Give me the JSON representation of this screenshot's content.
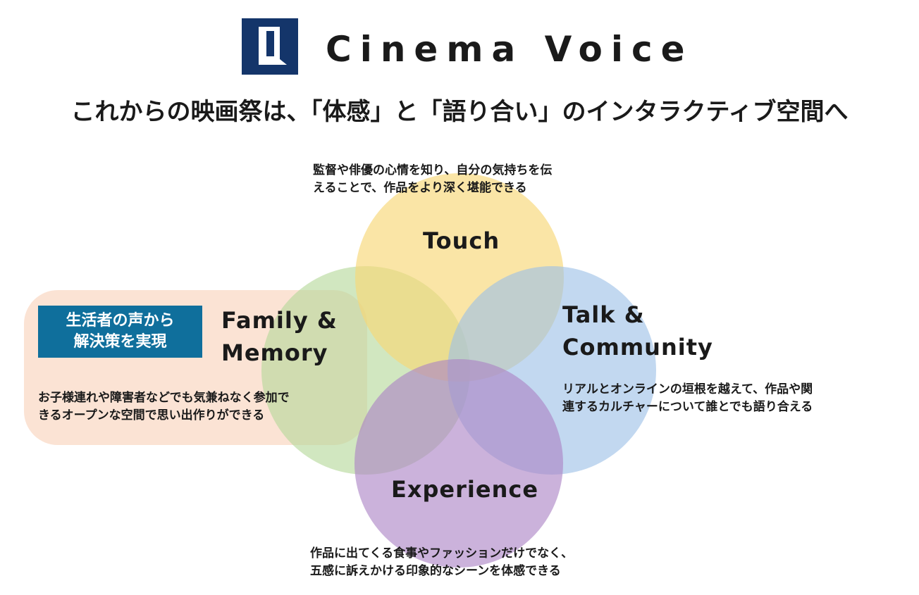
{
  "header": {
    "brand_name": "Cinema Voice",
    "headline": "これからの映画祭は、「体感」と「語り合い」のインタラクティブ空間へ"
  },
  "colors": {
    "logo_navy": "#14356a",
    "touch_circle": "#f7d777",
    "talk_circle": "#9dc0e6",
    "experience_circle": "#ab83c5",
    "family_circle": "#b4d99a",
    "highlight_panel": "#fbe3d4",
    "badge_blue": "#0f6f9c"
  },
  "diagram": {
    "touch": {
      "label": "Touch",
      "description": [
        "監督や俳優の心情を知り、自分の気持ちを伝",
        "えることで、作品をより深く堪能できる"
      ]
    },
    "talk": {
      "label": [
        "Talk &",
        "Community"
      ],
      "description": [
        "リアルとオンラインの垣根を越えて、作品や関",
        "連するカルチャーについて誰とでも語り合える"
      ]
    },
    "experience": {
      "label": "Experience",
      "description": [
        "作品に出てくる食事やファッションだけでなく、",
        "五感に訴えかける印象的なシーンを体感できる"
      ]
    },
    "family": {
      "label": [
        "Family &",
        "Memory"
      ],
      "description": [
        "お子様連れや障害者などでも気兼ねなく参加で",
        "きるオープンな空間で思い出作りができる"
      ],
      "badge": [
        "生活者の声から",
        "解決策を実現"
      ]
    }
  }
}
